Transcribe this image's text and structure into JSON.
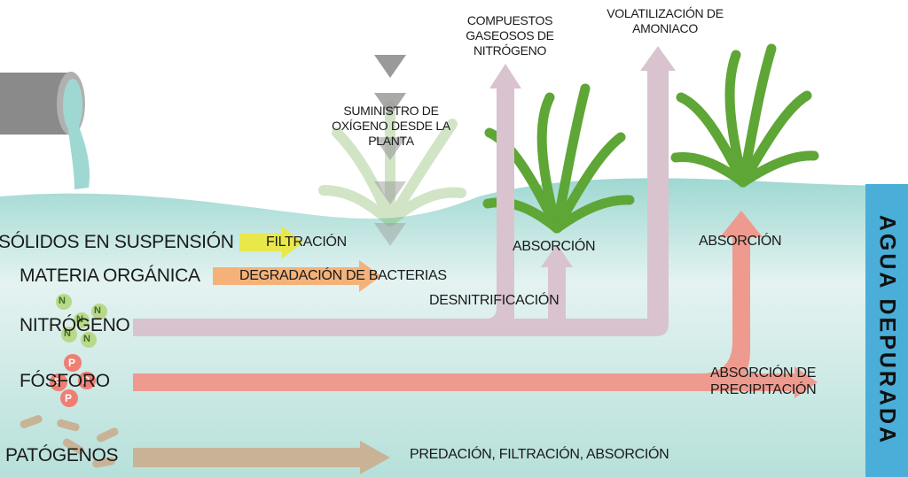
{
  "side_label": "AGUA DEPURADA",
  "inputs": [
    {
      "label": "SÓLIDOS EN SUSPENSIÓN",
      "process": "FILTRACIÓN",
      "color": "#e8e84a"
    },
    {
      "label": "MATERIA ORGÁNICA",
      "process": "DEGRADACIÓN DE BACTERIAS",
      "color": "#f4b27a"
    },
    {
      "label": "NITRÓGENO",
      "process": "DESNITRIFICACIÓN",
      "color": "#d9c3cf"
    },
    {
      "label": "FÓSFORO",
      "process": "ABSORCIÓN DE PRECIPITACIÓN",
      "color": "#ef9a8e"
    },
    {
      "label": "PATÓGENOS",
      "process": "PREDACIÓN, FILTRACIÓN, ABSORCIÓN",
      "color": "#c9b396"
    }
  ],
  "outputs": {
    "gaseous": "COMPUESTOS GASEOSOS DE NITRÓGENO",
    "volatilization": "VOLATILIZACIÓN DE AMONIACO",
    "oxygen": "SUMINISTRO DE OXÍGENO DESDE LA PLANTA",
    "absorption_1": "ABSORCIÓN",
    "absorption_2": "ABSORCIÓN"
  },
  "icons": {
    "nitrogen_symbol": "N",
    "phosphorus_symbol": "P"
  },
  "colors": {
    "water": "#a9dcd6",
    "pipe": "#8b8b8b",
    "plant_green": "#5ea636",
    "side_label": "#4aaed8"
  }
}
